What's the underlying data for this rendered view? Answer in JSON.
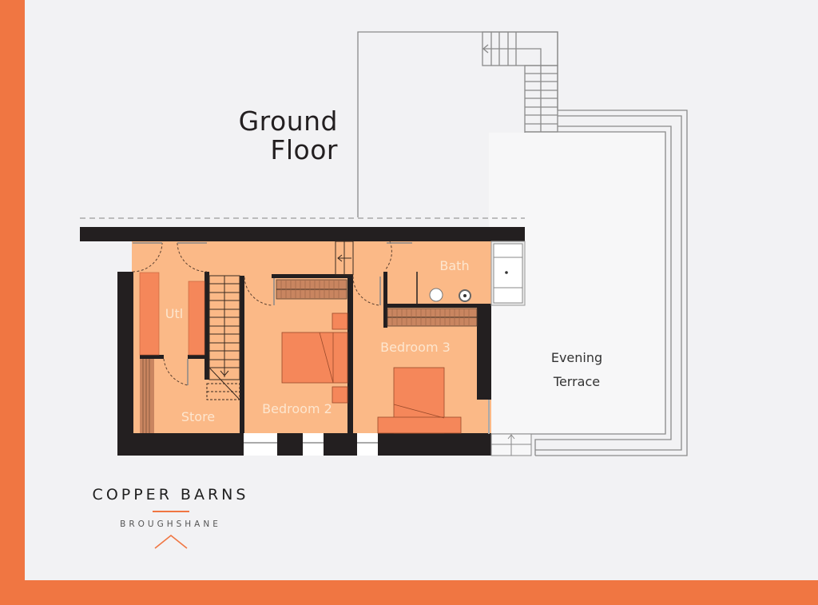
{
  "page": {
    "title_line1": "Ground",
    "title_line2": "Floor"
  },
  "rooms": [
    {
      "name": "Utl",
      "label": "Utl"
    },
    {
      "name": "Store",
      "label": "Store"
    },
    {
      "name": "Bedroom 2",
      "label": "Bedroom 2"
    },
    {
      "name": "Bedroom 3",
      "label": "Bedroom 3"
    },
    {
      "name": "Bath",
      "label": "Bath"
    }
  ],
  "terrace": {
    "line1": "Evening",
    "line2": "Terrace"
  },
  "brand": {
    "name": "COPPER BARNS",
    "location": "BROUGHSHANE"
  },
  "colors": {
    "accent_orange": "#f07642",
    "room_fill": "#fbb987",
    "furniture_fill": "#f5875a",
    "wall": "#231f20",
    "background": "#f2f2f4",
    "outline": "#8a8a8a"
  }
}
